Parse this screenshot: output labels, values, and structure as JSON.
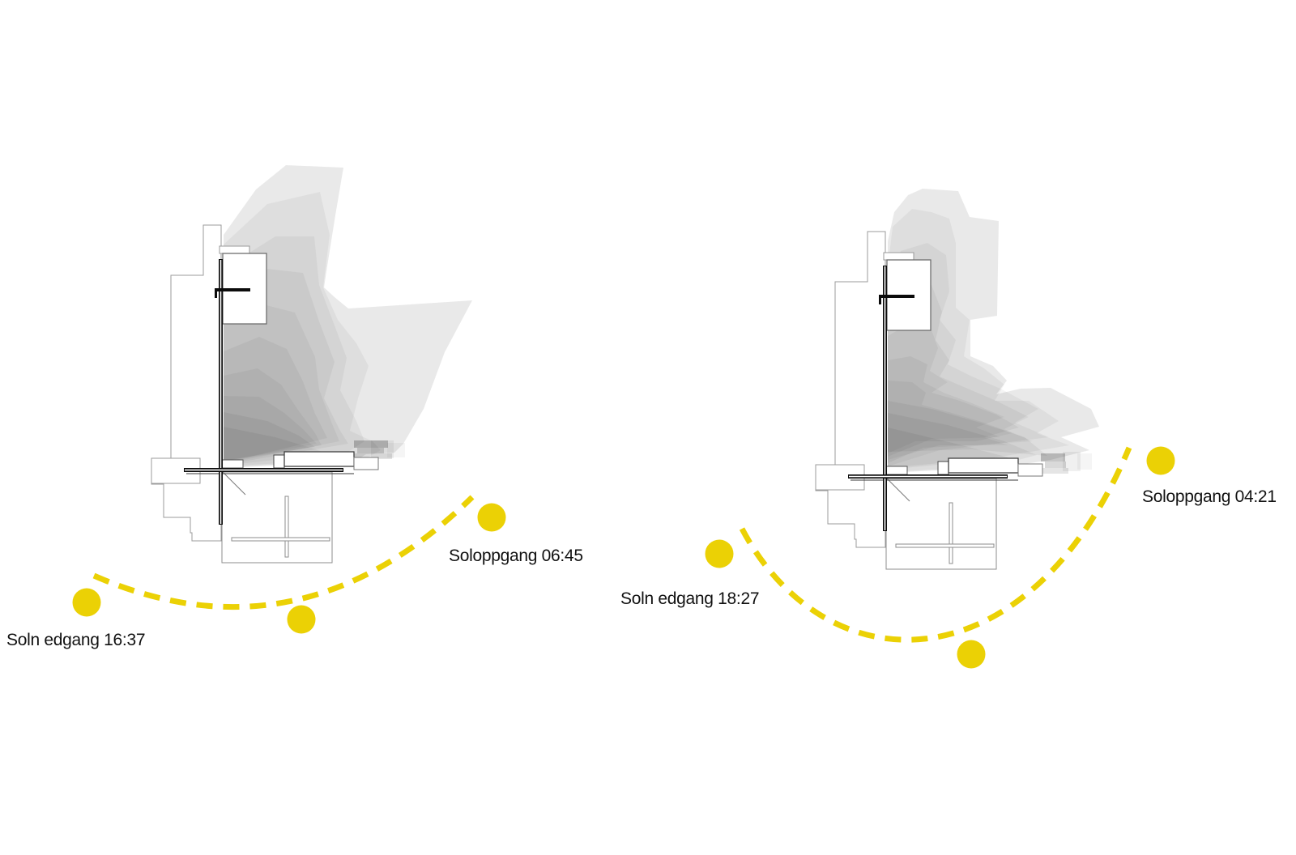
{
  "figure": {
    "background": "#ffffff",
    "sun_color": "#ebd105",
    "text_color": "#111111"
  },
  "diagrams": [
    {
      "position": "left",
      "sunrise_text": "Soloppgang 06:45",
      "sunrise_time": "06:45",
      "sunset_text": "Soln edgang 16:37",
      "sunset_time": "16:37",
      "sun_dot_count": 3
    },
    {
      "position": "right",
      "sunrise_text": "Soloppgang 04:21",
      "sunrise_time": "04:21",
      "sunset_text": "Soln edgang 18:27",
      "sunset_time": "18:27",
      "sun_dot_count": 3
    }
  ]
}
